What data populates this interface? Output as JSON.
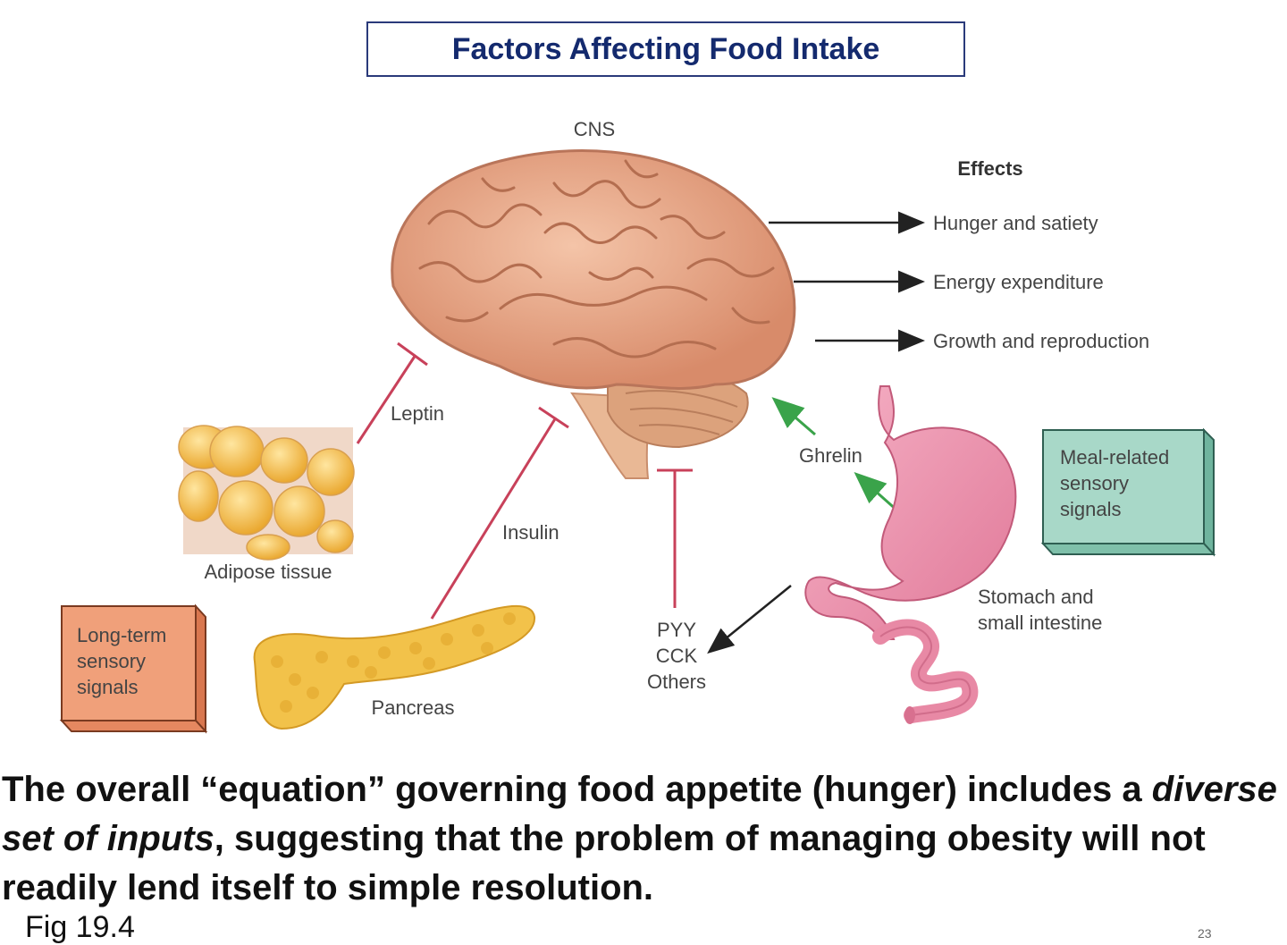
{
  "title": "Factors Affecting Food Intake",
  "labels": {
    "cns": "CNS",
    "effects_heading": "Effects",
    "effects": [
      "Hunger and satiety",
      "Energy expenditure",
      "Growth and reproduction"
    ],
    "leptin": "Leptin",
    "insulin": "Insulin",
    "ghrelin": "Ghrelin",
    "adipose": "Adipose tissue",
    "pancreas": "Pancreas",
    "gut_hormones": [
      "PYY",
      "CCK",
      "Others"
    ],
    "stomach": [
      "Stomach and",
      "small intestine"
    ],
    "meal_box": [
      "Meal-related",
      "sensory",
      "signals"
    ],
    "longterm_box": [
      "Long-term",
      "sensory",
      "signals"
    ]
  },
  "colors": {
    "title_text": "#142a6e",
    "inhibit_line": "#c8415a",
    "stimulate_line": "#3aa34a",
    "effect_arrow": "#222222",
    "meal_box": "#a8d8c8",
    "longterm_box": "#f0a07a",
    "brain": "#e8a98a",
    "stomach": "#ef90ac",
    "adipose": "#f6c850",
    "pancreas": "#f2c24a"
  },
  "caption": {
    "before": "The overall “equation” governing food appetite (hunger) includes a ",
    "italic": "diverse set of inputs",
    "after": ", suggesting that the problem of managing obesity will not readily lend itself to simple resolution."
  },
  "figure_ref": "Fig 19.4",
  "page_number": "23"
}
